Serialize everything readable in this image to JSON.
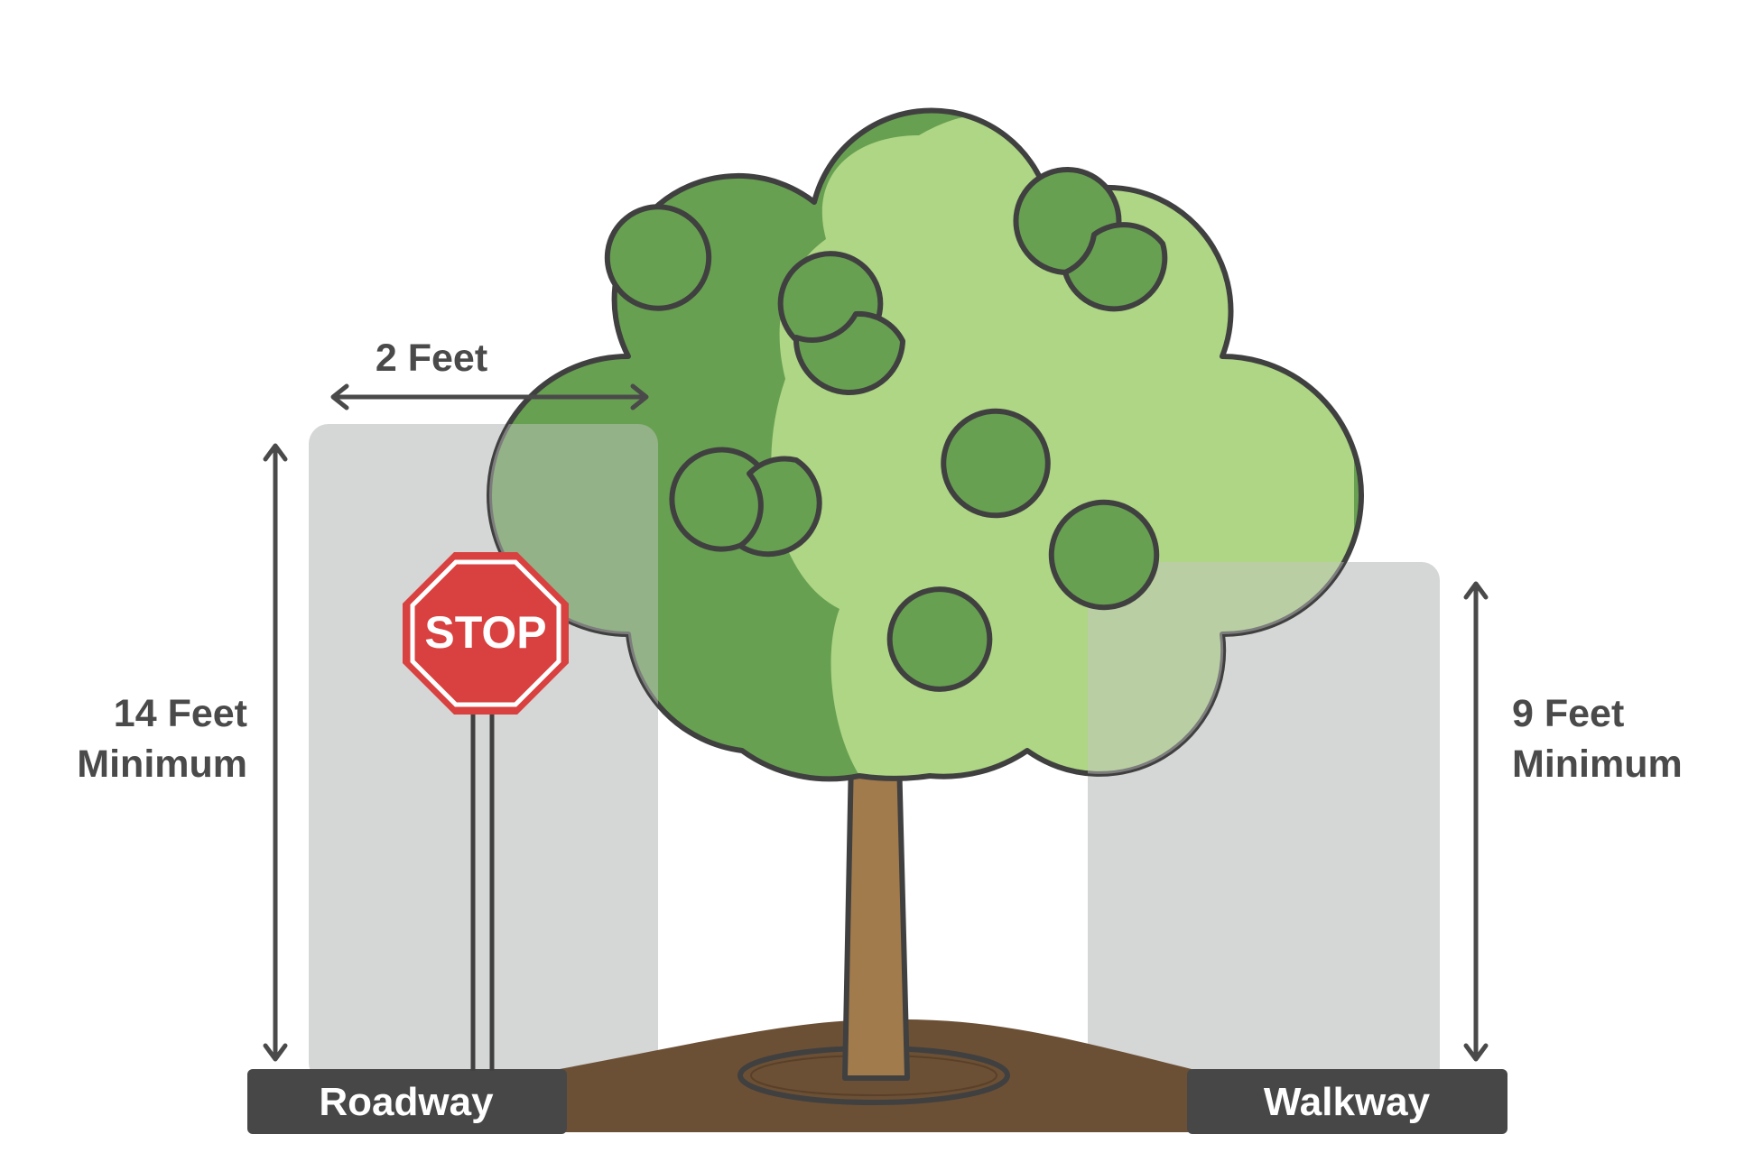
{
  "labels": {
    "left_height_line1": "14 Feet",
    "left_height_line2": "Minimum",
    "right_height_line1": "9 Feet",
    "right_height_line2": "Minimum",
    "offset": "2 Feet",
    "roadway": "Roadway",
    "walkway": "Walkway",
    "sign": "STOP"
  },
  "colors": {
    "clearance_zone": "#d5d6d6",
    "pavement": "#474747",
    "soil": "#6c5035",
    "trunk": "#a27b4c",
    "canopy_dark": "#68a052",
    "canopy_light": "#aed685",
    "outline": "#404040",
    "stop_sign": "#d8413f",
    "dimension_text": "#4a4a4a"
  }
}
